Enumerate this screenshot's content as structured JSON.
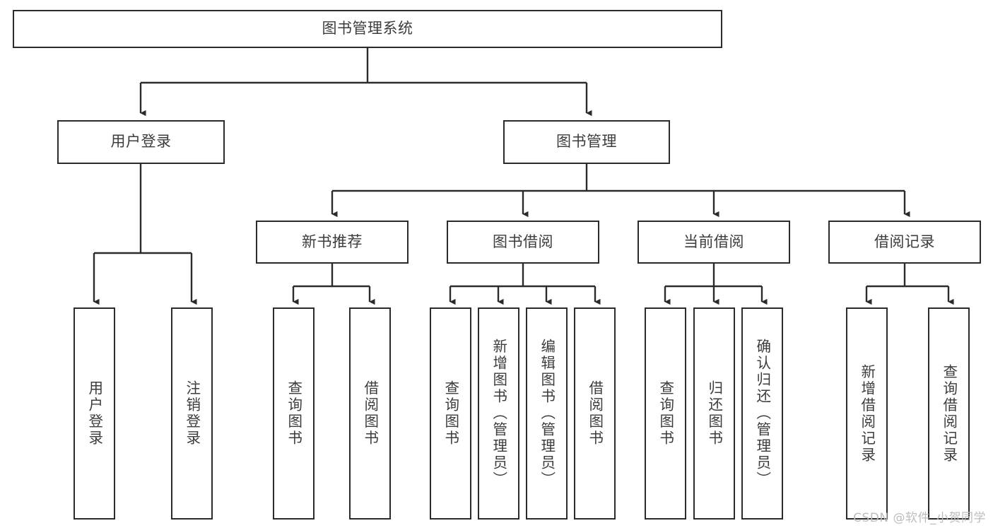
{
  "diagram": {
    "title": "图书管理系统",
    "type": "tree-hierarchy",
    "root": {
      "label": "图书管理系统"
    },
    "level2": [
      {
        "label": "用户登录"
      },
      {
        "label": "图书管理"
      }
    ],
    "level3": [
      {
        "label": "新书推荐"
      },
      {
        "label": "图书借阅"
      },
      {
        "label": "当前借阅"
      },
      {
        "label": "借阅记录"
      }
    ],
    "leaves": {
      "user_login": [
        {
          "label": "用户登录"
        },
        {
          "label": "注销登录"
        }
      ],
      "new_book_recommend": [
        {
          "label": "查询图书"
        },
        {
          "label": "借阅图书"
        }
      ],
      "book_borrow": [
        {
          "label": "查询图书"
        },
        {
          "label": "新增图书（管理员）"
        },
        {
          "label": "编辑图书（管理员）"
        },
        {
          "label": "借阅图书"
        }
      ],
      "current_borrow": [
        {
          "label": "查询图书"
        },
        {
          "label": "归还图书"
        },
        {
          "label": "确认归还（管理员）"
        }
      ],
      "borrow_record": [
        {
          "label": "新增借阅记录"
        },
        {
          "label": "查询借阅记录"
        }
      ]
    }
  },
  "watermark": {
    "text": "CSDN @软件_小贺同学"
  },
  "colors": {
    "stroke": "#2b2b2b",
    "text": "#3c3c3c",
    "background": "#ffffff",
    "watermark": "#bdbdbd"
  }
}
